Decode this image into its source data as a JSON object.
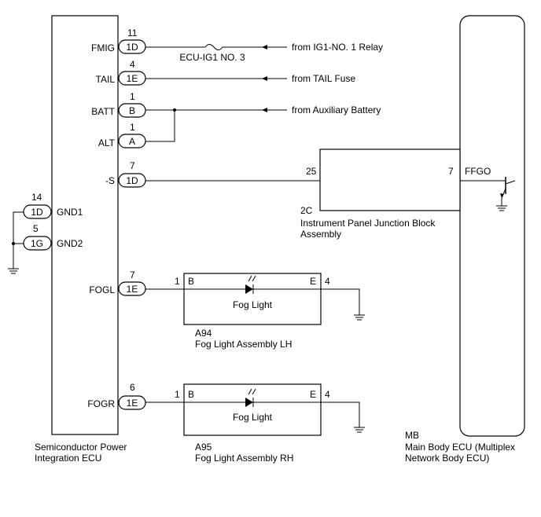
{
  "ecu_spi": {
    "name_line1": "Semiconductor Power",
    "name_line2": "Integration ECU"
  },
  "pins": [
    {
      "label": "FMIG",
      "num": "11",
      "conn": "1D"
    },
    {
      "label": "TAIL",
      "num": "4",
      "conn": "1E"
    },
    {
      "label": "BATT",
      "num": "1",
      "conn": "B"
    },
    {
      "label": "ALT",
      "num": "1",
      "conn": "A"
    },
    {
      "label": "-S",
      "num": "7",
      "conn": "1D"
    },
    {
      "label": "FOGL",
      "num": "7",
      "conn": "1E"
    },
    {
      "label": "FOGR",
      "num": "6",
      "conn": "1E"
    },
    {
      "label": "GND1",
      "num": "14",
      "conn": "1D"
    },
    {
      "label": "GND2",
      "num": "5",
      "conn": "1G"
    }
  ],
  "sources": {
    "ig1": "from IG1-NO. 1 Relay",
    "tail": "from TAIL Fuse",
    "battery": "from Auxiliary Battery"
  },
  "fuse": {
    "label": "ECU-IG1 NO. 3"
  },
  "junction": {
    "code": "2C",
    "name_line1": "Instrument Panel Junction Block",
    "name_line2": "Assembly",
    "pin_in": "25",
    "pin_out": "7",
    "signal": "FFGO"
  },
  "mb": {
    "code": "MB",
    "name_line1": "Main Body ECU (Multiplex",
    "name_line2": "Network Body ECU)"
  },
  "fog_lh": {
    "code": "A94",
    "name": "Fog Light Assembly LH",
    "lamp": "Fog Light",
    "pin_b_num": "1",
    "pin_b": "B",
    "pin_e": "E",
    "pin_e_num": "4"
  },
  "fog_rh": {
    "code": "A95",
    "name": "Fog Light Assembly RH",
    "lamp": "Fog Light",
    "pin_b_num": "1",
    "pin_b": "B",
    "pin_e": "E",
    "pin_e_num": "4"
  }
}
